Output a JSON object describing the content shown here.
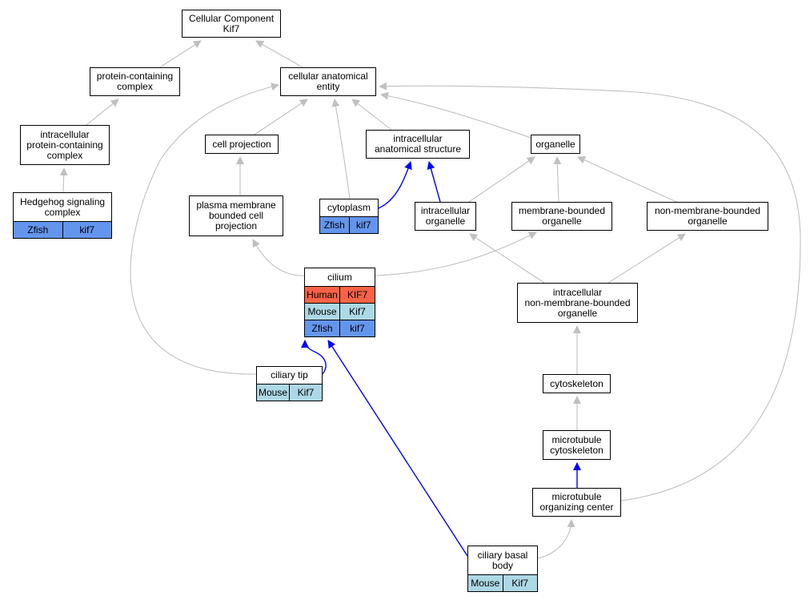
{
  "colors": {
    "edge_gray": "#c0c0c0",
    "edge_blue": "#0000ff",
    "human": "#fa6346",
    "mouse": "#add8e6",
    "zfish": "#6495ed"
  },
  "nodes": {
    "cellular_component": {
      "label": "Cellular Component\nKif7"
    },
    "protein_containing_complex": {
      "label": "protein-containing\ncomplex"
    },
    "cellular_anatomical_entity": {
      "label": "cellular anatomical\nentity"
    },
    "intracellular_protein_containing_complex": {
      "label": "intracellular\nprotein-containing\ncomplex"
    },
    "cell_projection": {
      "label": "cell projection"
    },
    "intracellular_anatomical_structure": {
      "label": "intracellular\nanatomical structure"
    },
    "organelle": {
      "label": "organelle"
    },
    "hedgehog_signaling_complex": {
      "label": "Hedgehog signaling\ncomplex",
      "rows": [
        {
          "species": "Zfish",
          "gene": "kif7",
          "color_key": "zfish"
        }
      ]
    },
    "plasma_membrane_bounded_cell_projection": {
      "label": "plasma membrane\nbounded cell\nprojection"
    },
    "cytoplasm": {
      "label": "cytoplasm",
      "rows": [
        {
          "species": "Zfish",
          "gene": "kif7",
          "color_key": "zfish"
        }
      ]
    },
    "intracellular_organelle": {
      "label": "intracellular\norganelle"
    },
    "membrane_bounded_organelle": {
      "label": "membrane-bounded\norganelle"
    },
    "non_membrane_bounded_organelle": {
      "label": "non-membrane-bounded\norganelle"
    },
    "cilium": {
      "label": "cilium",
      "rows": [
        {
          "species": "Human",
          "gene": "KIF7",
          "color_key": "human"
        },
        {
          "species": "Mouse",
          "gene": "Kif7",
          "color_key": "mouse"
        },
        {
          "species": "Zfish",
          "gene": "kif7",
          "color_key": "zfish"
        }
      ]
    },
    "intracellular_non_membrane_bounded_organelle": {
      "label": "intracellular\nnon-membrane-bounded\norganelle"
    },
    "ciliary_tip": {
      "label": "ciliary tip",
      "rows": [
        {
          "species": "Mouse",
          "gene": "Kif7",
          "color_key": "mouse"
        }
      ]
    },
    "cytoskeleton": {
      "label": "cytoskeleton"
    },
    "microtubule_cytoskeleton": {
      "label": "microtubule\ncytoskeleton"
    },
    "microtubule_organizing_center": {
      "label": "microtubule\norganizing center"
    },
    "ciliary_basal_body": {
      "label": "ciliary basal\nbody",
      "rows": [
        {
          "species": "Mouse",
          "gene": "Kif7",
          "color_key": "mouse"
        }
      ]
    }
  },
  "edges": [
    {
      "from": "protein_containing_complex",
      "to": "cellular_component",
      "type": "is_a"
    },
    {
      "from": "cellular_anatomical_entity",
      "to": "cellular_component",
      "type": "is_a"
    },
    {
      "from": "intracellular_protein_containing_complex",
      "to": "protein_containing_complex",
      "type": "is_a"
    },
    {
      "from": "hedgehog_signaling_complex",
      "to": "intracellular_protein_containing_complex",
      "type": "is_a"
    },
    {
      "from": "cell_projection",
      "to": "cellular_anatomical_entity",
      "type": "is_a"
    },
    {
      "from": "cytoplasm",
      "to": "cellular_anatomical_entity",
      "type": "is_a"
    },
    {
      "from": "intracellular_anatomical_structure",
      "to": "cellular_anatomical_entity",
      "type": "is_a"
    },
    {
      "from": "organelle",
      "to": "cellular_anatomical_entity",
      "type": "is_a"
    },
    {
      "from": "ciliary_tip",
      "to": "cellular_anatomical_entity",
      "type": "is_a"
    },
    {
      "from": "microtubule_organizing_center",
      "to": "cellular_anatomical_entity",
      "type": "is_a"
    },
    {
      "from": "plasma_membrane_bounded_cell_projection",
      "to": "cell_projection",
      "type": "is_a"
    },
    {
      "from": "cytoplasm",
      "to": "intracellular_anatomical_structure",
      "type": "part_of"
    },
    {
      "from": "intracellular_organelle",
      "to": "intracellular_anatomical_structure",
      "type": "part_of"
    },
    {
      "from": "intracellular_organelle",
      "to": "organelle",
      "type": "is_a"
    },
    {
      "from": "membrane_bounded_organelle",
      "to": "organelle",
      "type": "is_a"
    },
    {
      "from": "non_membrane_bounded_organelle",
      "to": "organelle",
      "type": "is_a"
    },
    {
      "from": "cilium",
      "to": "plasma_membrane_bounded_cell_projection",
      "type": "is_a"
    },
    {
      "from": "cilium",
      "to": "membrane_bounded_organelle",
      "type": "is_a"
    },
    {
      "from": "intracellular_non_membrane_bounded_organelle",
      "to": "intracellular_organelle",
      "type": "is_a"
    },
    {
      "from": "intracellular_non_membrane_bounded_organelle",
      "to": "non_membrane_bounded_organelle",
      "type": "is_a"
    },
    {
      "from": "ciliary_tip",
      "to": "cilium",
      "type": "part_of"
    },
    {
      "from": "ciliary_basal_body",
      "to": "cilium",
      "type": "part_of"
    },
    {
      "from": "cytoskeleton",
      "to": "intracellular_non_membrane_bounded_organelle",
      "type": "is_a"
    },
    {
      "from": "microtubule_cytoskeleton",
      "to": "cytoskeleton",
      "type": "is_a"
    },
    {
      "from": "microtubule_organizing_center",
      "to": "microtubule_cytoskeleton",
      "type": "part_of"
    },
    {
      "from": "ciliary_basal_body",
      "to": "microtubule_organizing_center",
      "type": "is_a"
    }
  ]
}
